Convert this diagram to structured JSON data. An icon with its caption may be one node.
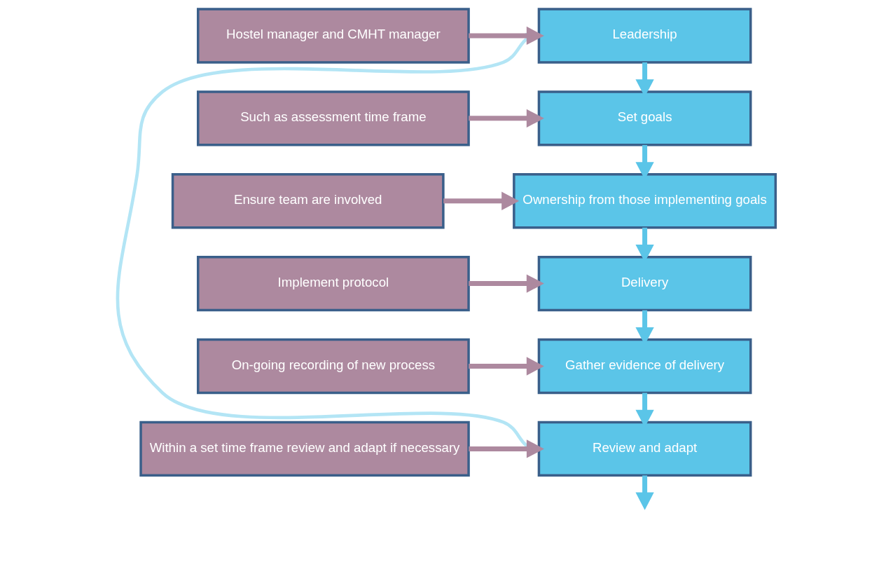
{
  "diagram": {
    "nodes": [
      {
        "text": [
          "Leadership"
        ]
      },
      {
        "text": [
          "Set goals"
        ]
      },
      {
        "text": [
          "Ownership from those implementing goals"
        ]
      },
      {
        "text": [
          "Delivery"
        ]
      },
      {
        "text": [
          "Gather evidence of delivery"
        ]
      },
      {
        "text": [
          "Review and adapt"
        ]
      },
      {
        "text": [
          "Hostel manager and CMHT manager"
        ]
      },
      {
        "text": [
          "Such as assessment time frame"
        ]
      },
      {
        "text": [
          "Ensure team are involved"
        ]
      },
      {
        "text": [
          "Implement protocol"
        ]
      },
      {
        "text": [
          "On-going recording of new process"
        ]
      },
      {
        "text": [
          "Within a set time frame review and adapt if necessary"
        ]
      }
    ],
    "edges": [
      {
        "from": 0,
        "to": 1,
        "arrow": "to",
        "color": "#5bc5e8"
      },
      {
        "from": 1,
        "to": 2,
        "arrow": "to",
        "color": "#5bc5e8"
      },
      {
        "from": 2,
        "to": 3,
        "arrow": "to",
        "color": "#5bc5e8"
      },
      {
        "from": 3,
        "to": 4,
        "arrow": "to",
        "color": "#5bc5e8"
      },
      {
        "from": 4,
        "to": 5,
        "arrow": "to",
        "color": "#5bc5e8"
      },
      {
        "from": 5,
        "to": null,
        "arrow": "to",
        "color": "#5bc5e8"
      },
      {
        "from": 6,
        "to": 0,
        "arrow": "to"
      },
      {
        "from": 7,
        "to": 1,
        "arrow": "to"
      },
      {
        "from": 8,
        "to": 2,
        "arrow": "to"
      },
      {
        "from": 9,
        "to": 3,
        "arrow": "to"
      },
      {
        "from": 10,
        "to": 4,
        "arrow": "to"
      },
      {
        "from": 11,
        "to": 5,
        "arrow": "to"
      },
      {
        "from": 5,
        "to": 0,
        "arrow": "to",
        "color": "#b3e5f5"
      }
    ]
  }
}
